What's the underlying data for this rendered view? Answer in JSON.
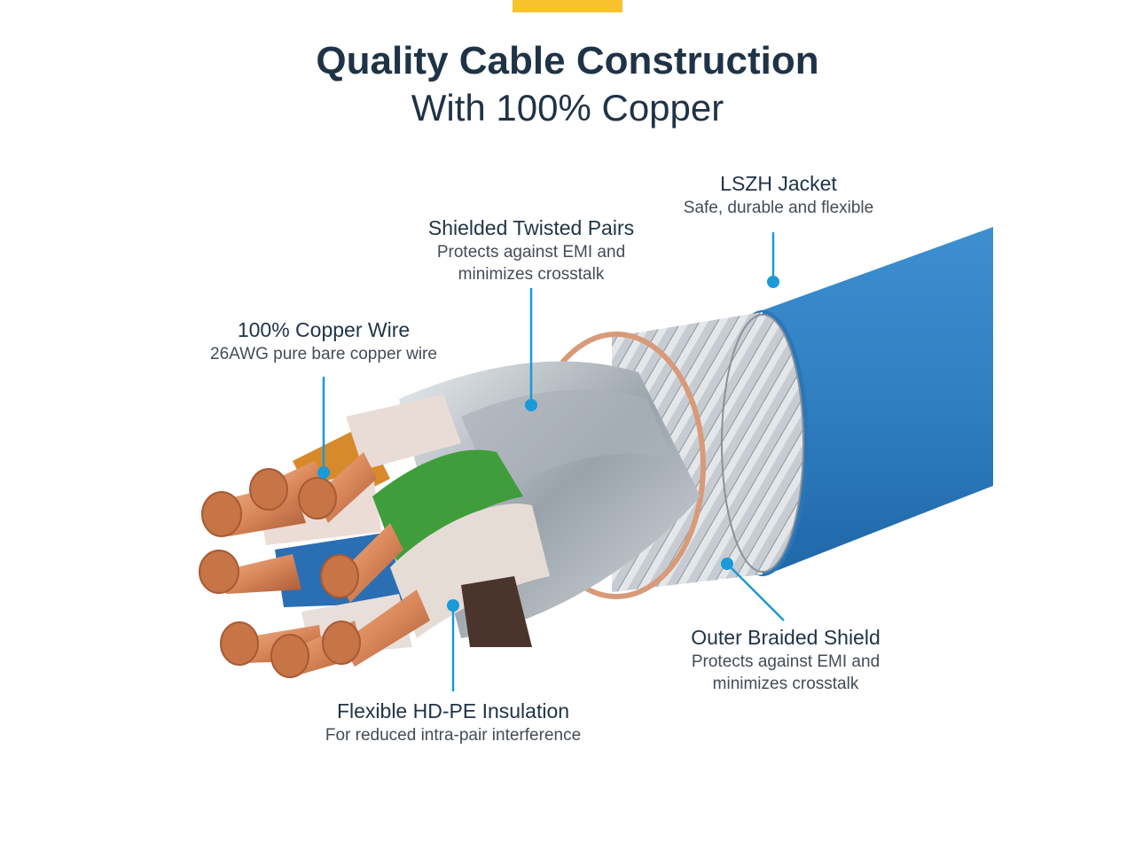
{
  "header": {
    "accent_color": "#f7c22d",
    "title": "Quality Cable Construction",
    "subtitle": "With 100% Copper"
  },
  "colors": {
    "jacket": "#2f7fc1",
    "copper": "#d9875a",
    "shield": "#b9bfc6",
    "callout": "#1a9ad6",
    "text": "#1f3347"
  },
  "callouts": {
    "lszh": {
      "head": "LSZH Jacket",
      "desc1": "Safe, durable and flexible"
    },
    "twisted": {
      "head": "Shielded Twisted Pairs",
      "desc1": "Protects against EMI and",
      "desc2": "minimizes crosstalk"
    },
    "copper": {
      "head": "100% Copper Wire",
      "desc1": "26AWG pure bare copper wire"
    },
    "braided": {
      "head": "Outer Braided Shield",
      "desc1": "Protects against EMI and",
      "desc2": "minimizes crosstalk"
    },
    "insulation": {
      "head": "Flexible HD-PE Insulation",
      "desc1": "For reduced intra-pair interference"
    }
  }
}
